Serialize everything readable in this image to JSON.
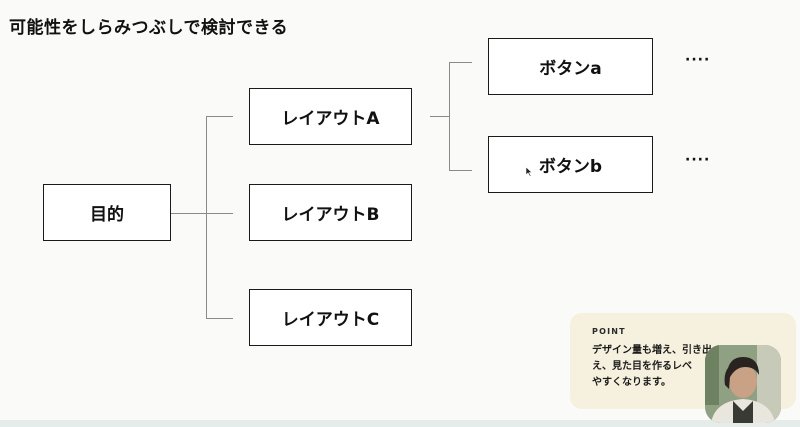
{
  "title": "可能性をしらみつぶしで検討できる",
  "root": {
    "label": "目的"
  },
  "layouts": [
    {
      "label": "レイアウトA"
    },
    {
      "label": "レイアウトB"
    },
    {
      "label": "レイアウトC"
    }
  ],
  "buttons": [
    {
      "label": "ボタンa",
      "more": "····"
    },
    {
      "label": "ボタンb",
      "more": "····"
    }
  ],
  "point": {
    "label": "POINT",
    "text": "デザイン量も増え、引き出\nえ、見た目を作るレベ\nやすくなります。"
  },
  "colors": {
    "background": "#fafaf8",
    "card": "#f6f1de",
    "border": "#1a1a1a",
    "connector": "#8a8a8a"
  }
}
